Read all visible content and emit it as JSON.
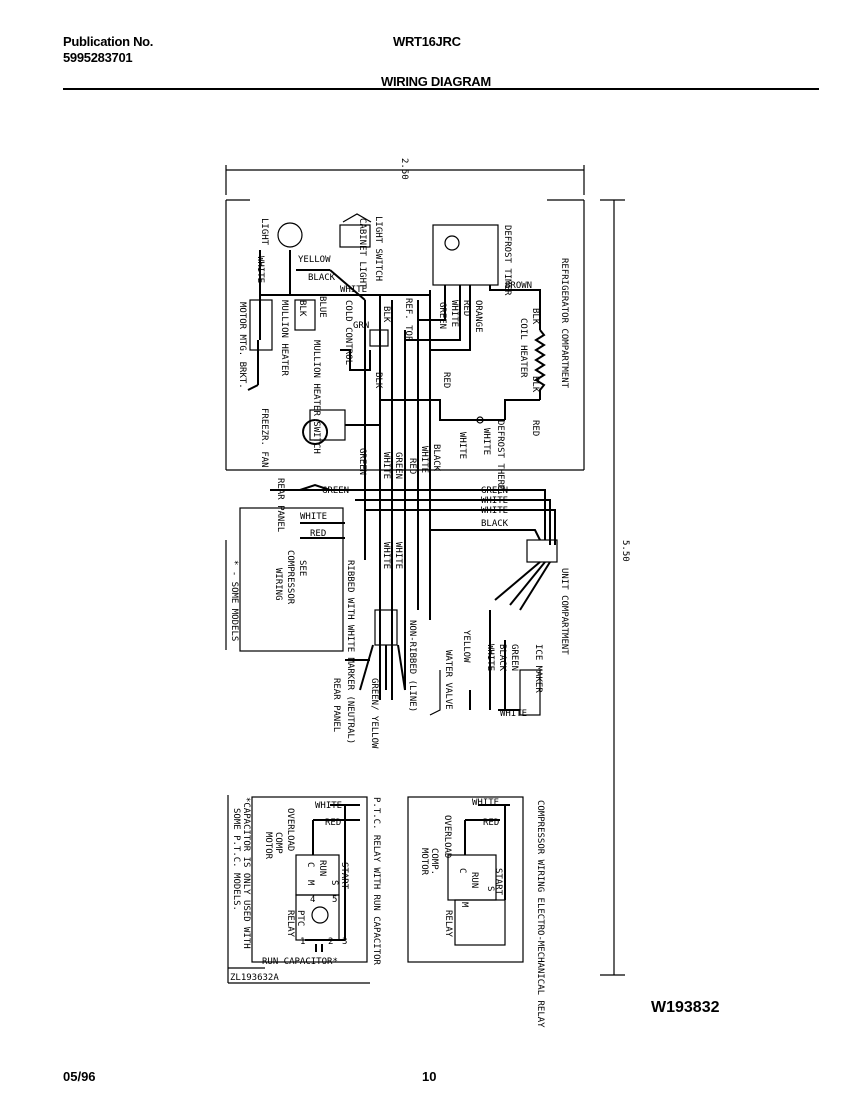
{
  "header": {
    "publication_label": "Publication No.",
    "publication_number": "5995283701",
    "model": "WRT16JRC",
    "title": "WIRING DIAGRAM"
  },
  "diagram": {
    "dim_top": "2.50",
    "dim_right": "5.50",
    "labels": {
      "light_switch": "LIGHT SWITCH",
      "cabinet_light": "CABINET LIGHT",
      "white": "WHITE",
      "yellow": "YELLOW",
      "black": "BLACK",
      "blue": "BLUE",
      "blk": "BLK",
      "grn": "GRN",
      "green": "GREEN",
      "red": "RED",
      "orange": "ORANGE",
      "brown": "BROWN",
      "defrost_timer": "DEFROST TIMER",
      "refrigerator_compartment": "REFRIGERATOR COMPARTMENT",
      "coil_heater": "COIL HEATER",
      "defrost_therm": "DEFROST THERM.",
      "mullion_heater": "MULLION HEATER",
      "mullion_heater_switch": "MULLION HEATER SWITCH",
      "cold_control": "COLD CONTROL",
      "ref_top": "REF. TOP",
      "motor_mtg_brkt": "MOTOR MTG. BRKT.",
      "freezer_fan": "FREEZR. FAN",
      "rear_panel": "REAR PANEL",
      "see_compressor_wiring": "SEE COMPRESSOR WIRING",
      "some_models": "* - SOME MODELS",
      "ribbed_with_white_marker": "RIBBED WITH WHITE MARKER (NEUTRAL)",
      "non_ribbed_line": "NON-RIBBED (LINE)",
      "green_yellow": "GREEN/ YELLOW",
      "unit_compartment": "UNIT COMPARTMENT",
      "ice_maker": "ICE MAKER",
      "water_valve": "WATER VALVE",
      "ptc_title": "P.T.C. RELAY WITH RUN CAPACITOR",
      "ptc_note": "*CAPACITOR IS ONLY USED WITH SOME P.T.C. MODELS.",
      "overload": "OVERLOAD",
      "comp_motor": "COMP MOTOR",
      "ptc_relay": "PTC RELAY",
      "run_capacitor": "RUN CAPACITOR*",
      "start": "START",
      "run": "RUN",
      "c": "C",
      "m": "M",
      "s": "S",
      "n1": "1",
      "n2": "2",
      "n3": "3",
      "n4": "4",
      "n5": "5",
      "part_code": "ZL193632A",
      "emr_title": "COMPRESSOR WIRING ELECTRO-MECHANICAL RELAY",
      "relay": "RELAY"
    }
  },
  "footer": {
    "drawing_number": "W193832",
    "date": "05/96",
    "page": "10"
  }
}
